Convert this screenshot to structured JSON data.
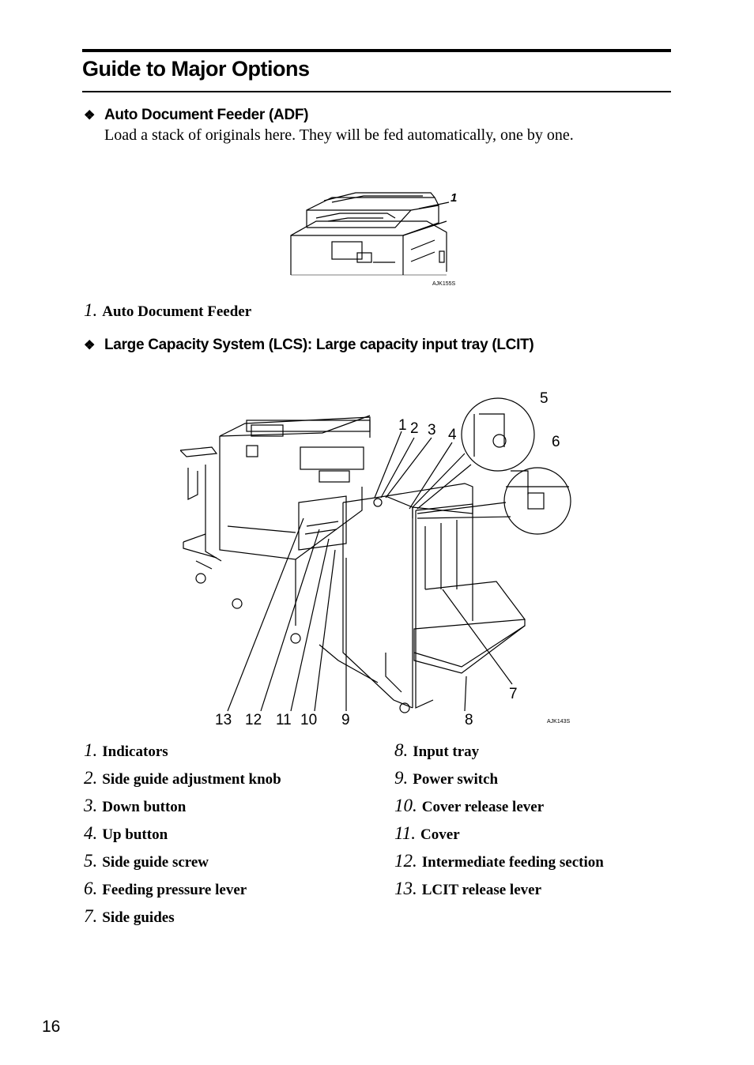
{
  "heading": "Guide to Major Options",
  "adf": {
    "title": "Auto Document Feeder (ADF)",
    "description": "Load a stack of originals here. They will be fed automatically, one by one.",
    "figure_callout": "1",
    "figure_code": "AJK155S",
    "items": [
      {
        "num": "1.",
        "label": "Auto Document Feeder"
      }
    ]
  },
  "lcs": {
    "title": "Large Capacity System (LCS): Large capacity input tray (LCIT)",
    "figure_code": "AJK143S",
    "callouts": [
      "1",
      "2",
      "3",
      "4",
      "5",
      "6",
      "7",
      "8",
      "9",
      "10",
      "11",
      "12",
      "13"
    ],
    "items_left": [
      {
        "num": "1.",
        "label": "Indicators"
      },
      {
        "num": "2.",
        "label": "Side guide adjustment knob"
      },
      {
        "num": "3.",
        "label": "Down button"
      },
      {
        "num": "4.",
        "label": "Up button"
      },
      {
        "num": "5.",
        "label": "Side guide screw"
      },
      {
        "num": "6.",
        "label": "Feeding pressure lever"
      },
      {
        "num": "7.",
        "label": "Side guides"
      }
    ],
    "items_right": [
      {
        "num": "8.",
        "label": "Input tray"
      },
      {
        "num": "9.",
        "label": "Power switch"
      },
      {
        "num": "10.",
        "label": "Cover release lever"
      },
      {
        "num": "11.",
        "label": "Cover"
      },
      {
        "num": "12.",
        "label": "Intermediate feeding section"
      },
      {
        "num": "13.",
        "label": "LCIT release lever"
      }
    ]
  },
  "page_number": "16"
}
